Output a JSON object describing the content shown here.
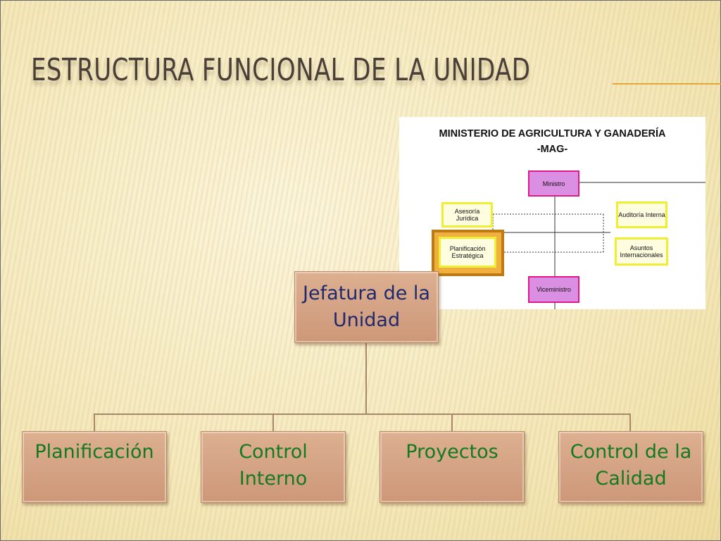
{
  "slide": {
    "title": "ESTRUCTURA FUNCIONAL DE LA UNIDAD"
  },
  "inset_chart": {
    "title_line1": "MINISTERIO DE AGRICULTURA Y GANADERÍA",
    "title_line2": "-MAG-",
    "boxes": {
      "ministro": "Ministro",
      "asesoria": "Asesoría Jurídica",
      "planificacion": "Planificación Estratégica",
      "auditoria": "Auditoría Interna",
      "asuntos": "Asuntos Internacionales",
      "viceministro": "Viceministro"
    }
  },
  "org_chart": {
    "root": "Jefatura de la Unidad",
    "children": [
      "Planificación",
      "Control Interno",
      "Proyectos",
      "Control de la Calidad"
    ]
  },
  "colors": {
    "root_text": "#1f2a6e",
    "child_text": "#147a20",
    "node_fill": "#d4a284",
    "inset_pink": "#da8fe2",
    "inset_yellow_border": "#f0ee30",
    "highlight_frame": "#c07a12"
  }
}
